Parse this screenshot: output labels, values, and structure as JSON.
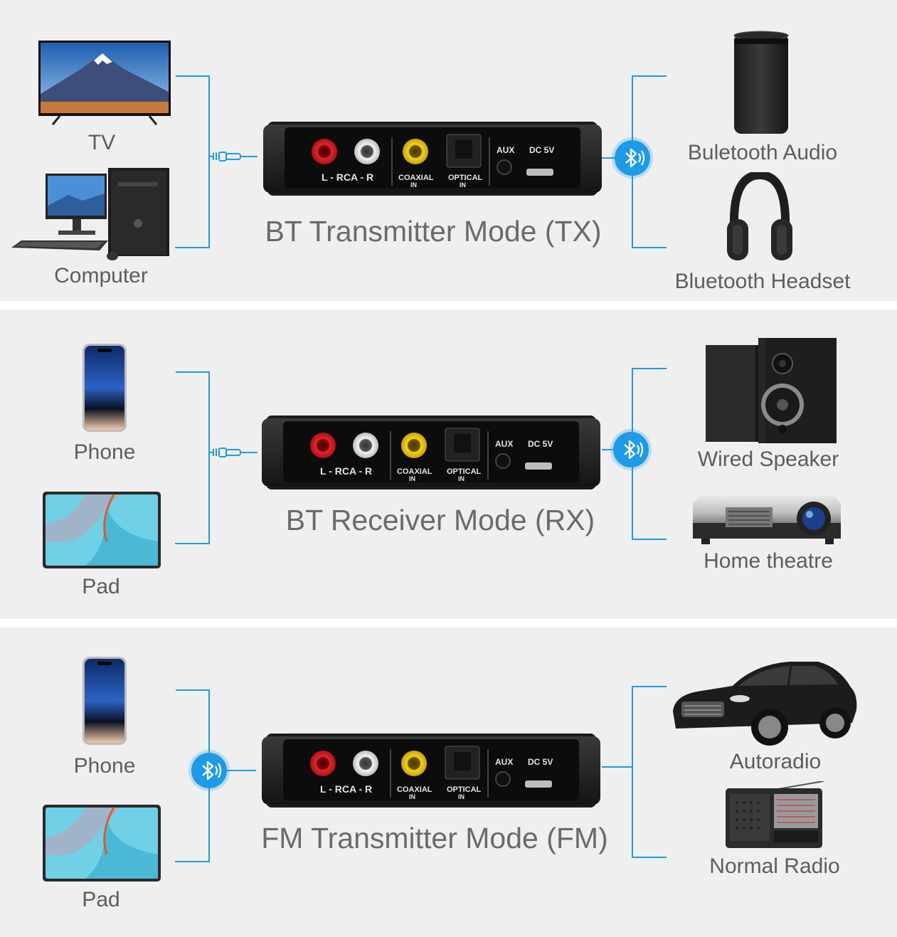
{
  "hub": {
    "rca_label": "L - RCA - R",
    "coaxial_label": "COAXIAL",
    "optical_label": "OPTICAL",
    "in_label": "IN",
    "aux_label": "AUX",
    "dc_label": "DC 5V"
  },
  "panels": [
    {
      "title": "BT Transmitter Mode (TX)",
      "inputs": [
        "TV",
        "Computer"
      ],
      "outputs": [
        "Buletooth Audio",
        "Bluetooth Headset"
      ]
    },
    {
      "title": "BT Receiver Mode (RX)",
      "inputs": [
        "Phone",
        "Pad"
      ],
      "outputs": [
        "Wired Speaker",
        "Home theatre"
      ]
    },
    {
      "title": "FM Transmitter Mode (FM)",
      "inputs": [
        "Phone",
        "Pad"
      ],
      "outputs": [
        "Autoradio",
        "Normal Radio"
      ]
    }
  ],
  "colors": {
    "connector_line": "#1d9be6",
    "panel_bg": "#efefef",
    "label_text": "#5d5d5d"
  },
  "icons": [
    "bluetooth-icon",
    "audio-jack-icon"
  ]
}
